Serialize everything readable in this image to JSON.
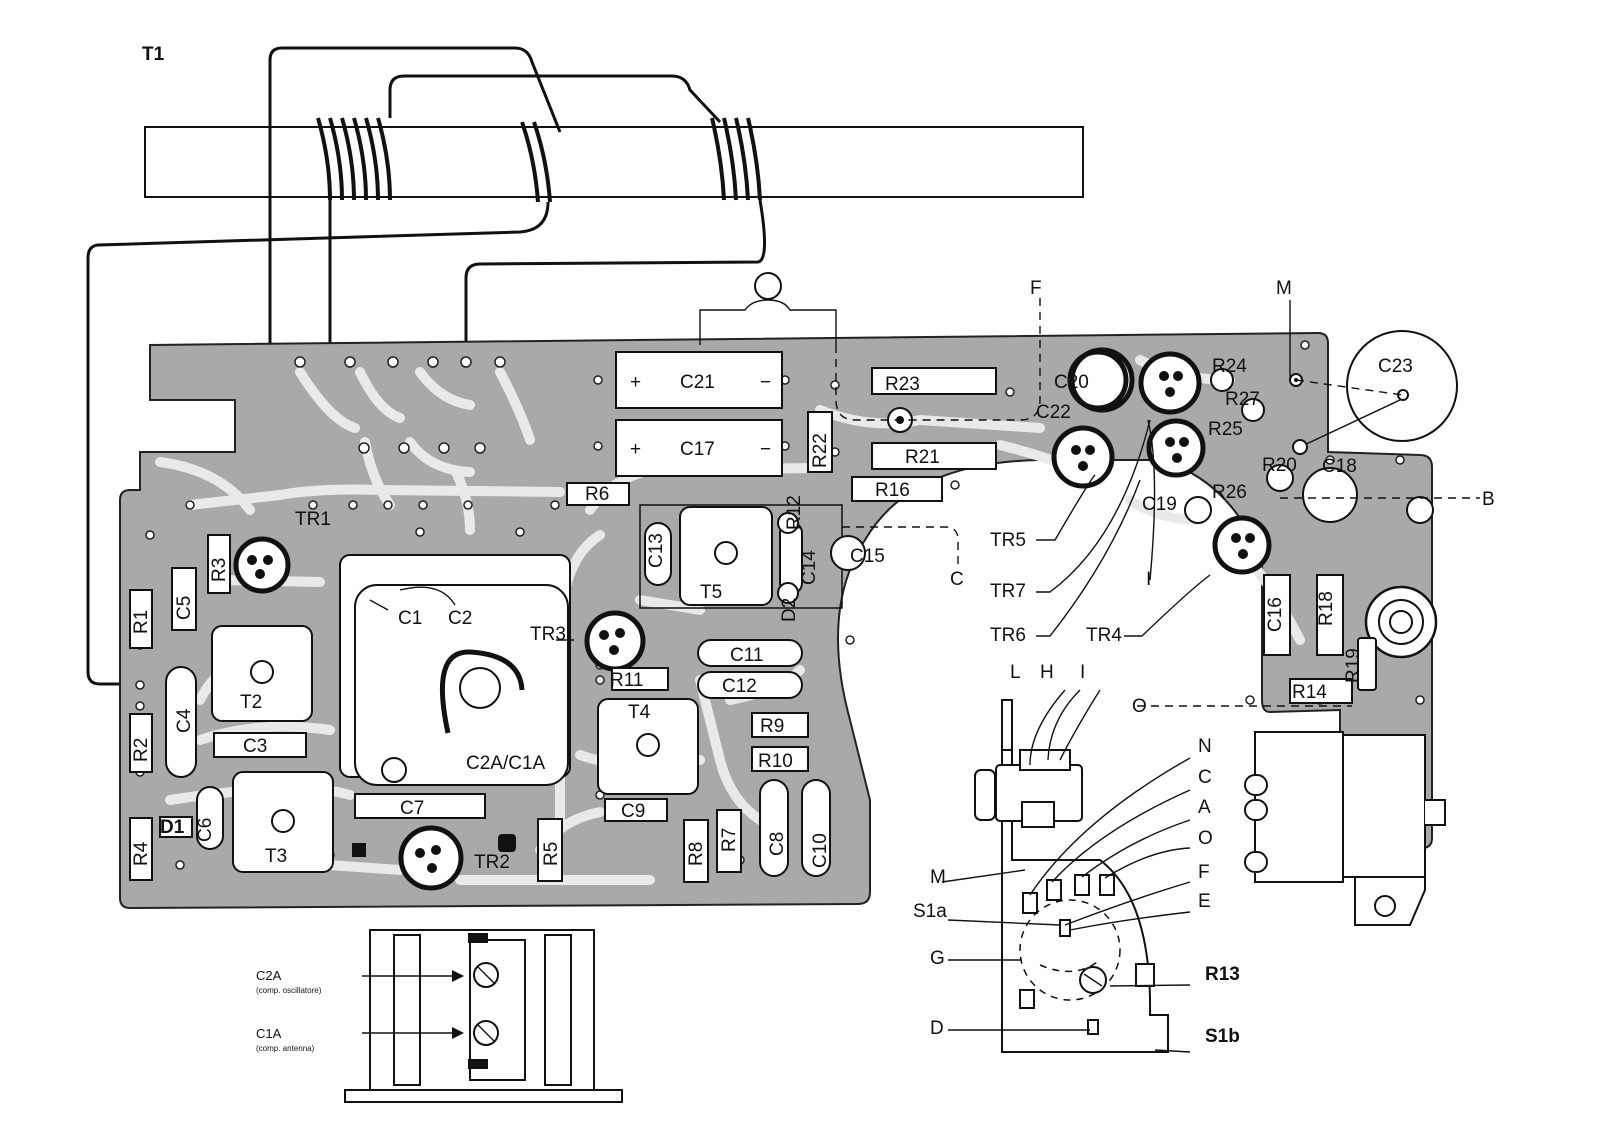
{
  "labels": {
    "t1": "T1",
    "pcb": [
      "C21",
      "C17",
      "R23",
      "C20",
      "R24",
      "C23",
      "C22",
      "R27",
      "R25",
      "R21",
      "R22",
      "R16",
      "R6",
      "R12",
      "C13",
      "C14",
      "C15",
      "T5",
      "D2",
      "TR1",
      "R3",
      "C5",
      "R1",
      "C1",
      "C2",
      "TR3",
      "C11",
      "C12",
      "R11",
      "T2",
      "C4",
      "T4",
      "R9",
      "R10",
      "C3",
      "R2",
      "C2A/C1A",
      "C7",
      "C9",
      "D1",
      "C6",
      "T3",
      "R4",
      "R5",
      "TR2",
      "R8",
      "R7",
      "C8",
      "C10",
      "C19",
      "R26",
      "R20",
      "C18",
      "C16",
      "R18",
      "R19",
      "R14"
    ],
    "callouts_left": [
      "TR5",
      "TR7",
      "TR6",
      "TR4"
    ],
    "points": [
      "F",
      "M",
      "B",
      "C",
      "I",
      "O"
    ],
    "switch_top": [
      "L",
      "H",
      "I"
    ],
    "switch_right": [
      "N",
      "C",
      "A",
      "O",
      "F",
      "E",
      "R13",
      "S1b"
    ],
    "switch_left": [
      "M",
      "S1a",
      "G",
      "D"
    ],
    "trimmer": [
      {
        "name": "C2A",
        "note": "(comp. oscillatore)"
      },
      {
        "name": "C1A",
        "note": "(comp. antenna)"
      }
    ]
  }
}
